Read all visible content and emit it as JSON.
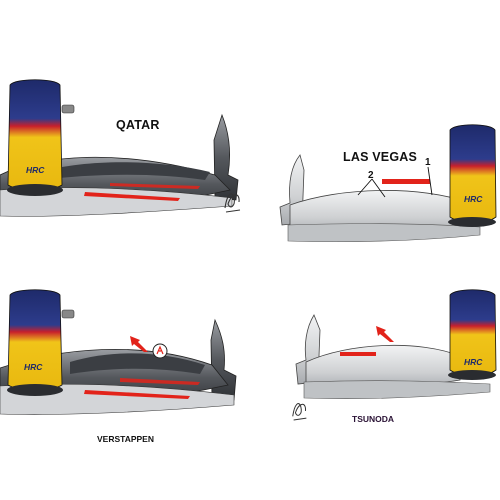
{
  "labels": {
    "qatar": "QATAR",
    "las_vegas": "LAS VEGAS",
    "verstappen": "VERSTAPPEN",
    "tsunoda": "TSUNODA"
  },
  "callouts": {
    "one": "1",
    "two": "2"
  },
  "nose_badge": "HRC",
  "colors": {
    "nose_yellow": "#f0c419",
    "nose_navy": "#1e2a6a",
    "nose_red": "#c8202c",
    "arrow_red": "#e2231a",
    "wing_dark": "#4a4d52",
    "wing_light": "#d9dbdd"
  },
  "icons": [
    "arrow-down-right-icon",
    "detail-magnifier-icon",
    "artist-signature-icon"
  ]
}
